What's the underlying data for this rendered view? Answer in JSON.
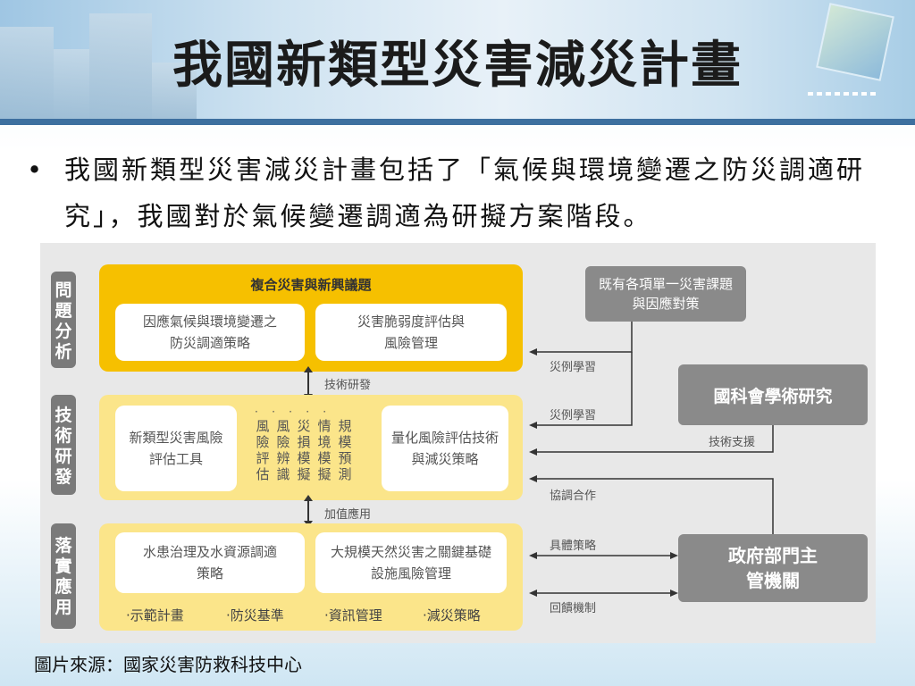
{
  "slide": {
    "title": "我國新類型災害減災計畫",
    "bullet": "我國新類型災害減災計畫包括了「氣候與環境變遷之防災調適研究」，我國對於氣候變遷調適為研擬方案階段。",
    "bullet_symbol": "•",
    "caption": "圖片來源：國家災害防救科技中心"
  },
  "diagram": {
    "side_labels": [
      "問題分析",
      "技術研發",
      "落實應用"
    ],
    "top_band_title": "複合災害與新興議題",
    "top_boxes": [
      "因應氣候與環境變遷之防災調適策略",
      "災害脆弱度評估與風險管理"
    ],
    "arrow1_label": "技術研發",
    "middle_left_box": "新類型災害風險評估工具",
    "middle_columns": [
      "風險評估",
      "風險辨識",
      "災損模擬",
      "情境模擬",
      "規模預測"
    ],
    "middle_right_box": "量化風險評估技術與減災策略",
    "arrow2_label": "加值應用",
    "bottom_boxes": [
      "水患治理及水資源調適策略",
      "大規模天然災害之關鍵基礎設施風險管理"
    ],
    "bottom_items": [
      "示範計畫",
      "防災基準",
      "資訊管理",
      "減災策略"
    ],
    "right_top_box": "既有各項單一災害課題與因應對策",
    "right_mid_box": "國科會學術研究",
    "right_bottom_box": "政府部門主管機關",
    "flow_labels": [
      "災例學習",
      "災例學習",
      "技術支援",
      "協調合作",
      "具體策略",
      "回饋機制"
    ]
  },
  "colors": {
    "yellow": "#f6c000",
    "pale_yellow": "#fbe58a",
    "gray": "#8a8a8a",
    "header_strip": "#3d6f9f"
  }
}
